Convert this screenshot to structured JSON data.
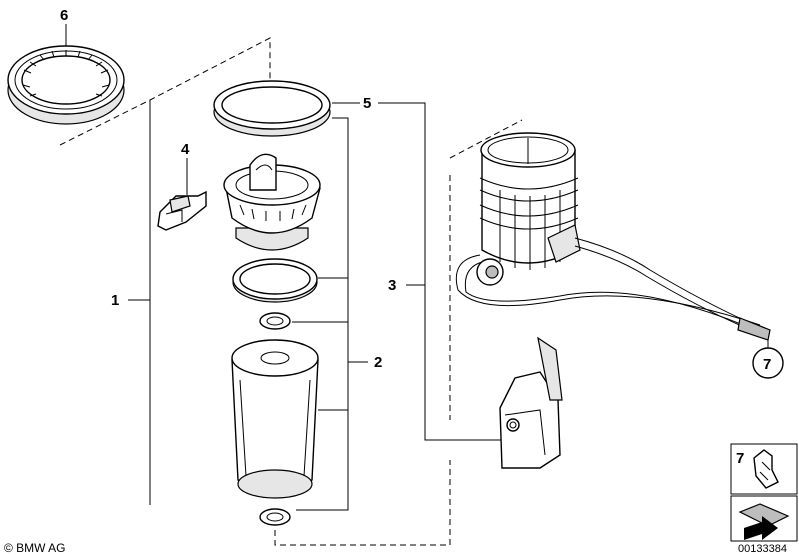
{
  "callouts": {
    "c1": "1",
    "c2": "2",
    "c3": "3",
    "c4": "4",
    "c5": "5",
    "c6": "6",
    "c7": "7",
    "c7_box": "7"
  },
  "footer": {
    "copyright": "© BMW AG",
    "document_number": "00133384"
  }
}
